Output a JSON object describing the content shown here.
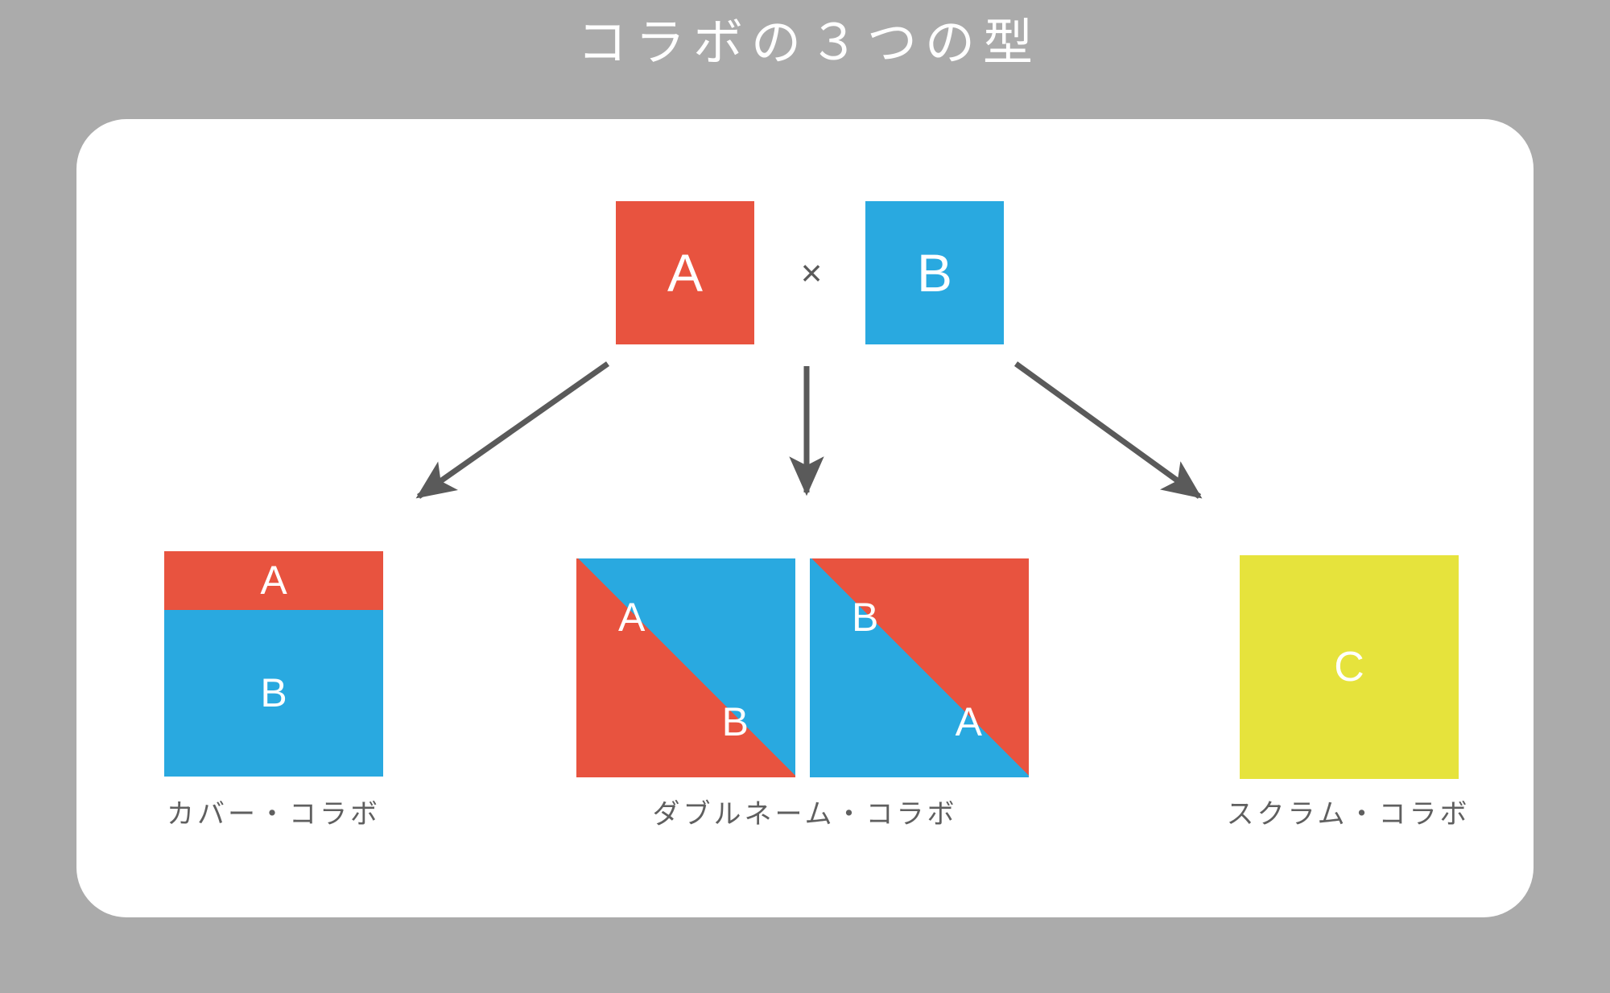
{
  "page": {
    "title": "コラボの３つの型",
    "background_color": "#ababab",
    "card_color": "#ffffff"
  },
  "palette": {
    "red": "#e8533f",
    "blue": "#29a9e0",
    "yellow": "#e6e33c",
    "arrow_gray": "#5a5a5a",
    "caption_gray": "#5f5f5f",
    "title_white": "#ffffff"
  },
  "formula": {
    "left_label": "A",
    "operator": "×",
    "right_label": "B"
  },
  "results": [
    {
      "id": "cover-collab",
      "caption": "カバー・コラボ",
      "kind": "horizontal-split",
      "top_label": "A",
      "bottom_label": "B",
      "top_color": "#e8533f",
      "bottom_color": "#29a9e0",
      "top_fraction": 0.26
    },
    {
      "id": "double-name-collab",
      "caption": "ダブルネーム・コラボ",
      "kind": "diagonal-pair",
      "tiles": [
        {
          "upper_left_label": "A",
          "lower_right_label": "B",
          "upper_left_color": "#e8533f",
          "lower_right_color": "#29a9e0"
        },
        {
          "upper_left_label": "B",
          "lower_right_label": "A",
          "upper_left_color": "#29a9e0",
          "lower_right_color": "#e8533f"
        }
      ]
    },
    {
      "id": "scrum-collab",
      "caption": "スクラム・コラボ",
      "kind": "solid",
      "label": "C",
      "color": "#e6e33c"
    }
  ],
  "arrows": [
    {
      "id": "arrow-to-cover",
      "direction": "down-left",
      "from": "A×B",
      "to": "カバー・コラボ"
    },
    {
      "id": "arrow-to-double-name",
      "direction": "down",
      "from": "A×B",
      "to": "ダブルネーム・コラボ"
    },
    {
      "id": "arrow-to-scrum",
      "direction": "down-right",
      "from": "A×B",
      "to": "スクラム・コラボ"
    }
  ]
}
